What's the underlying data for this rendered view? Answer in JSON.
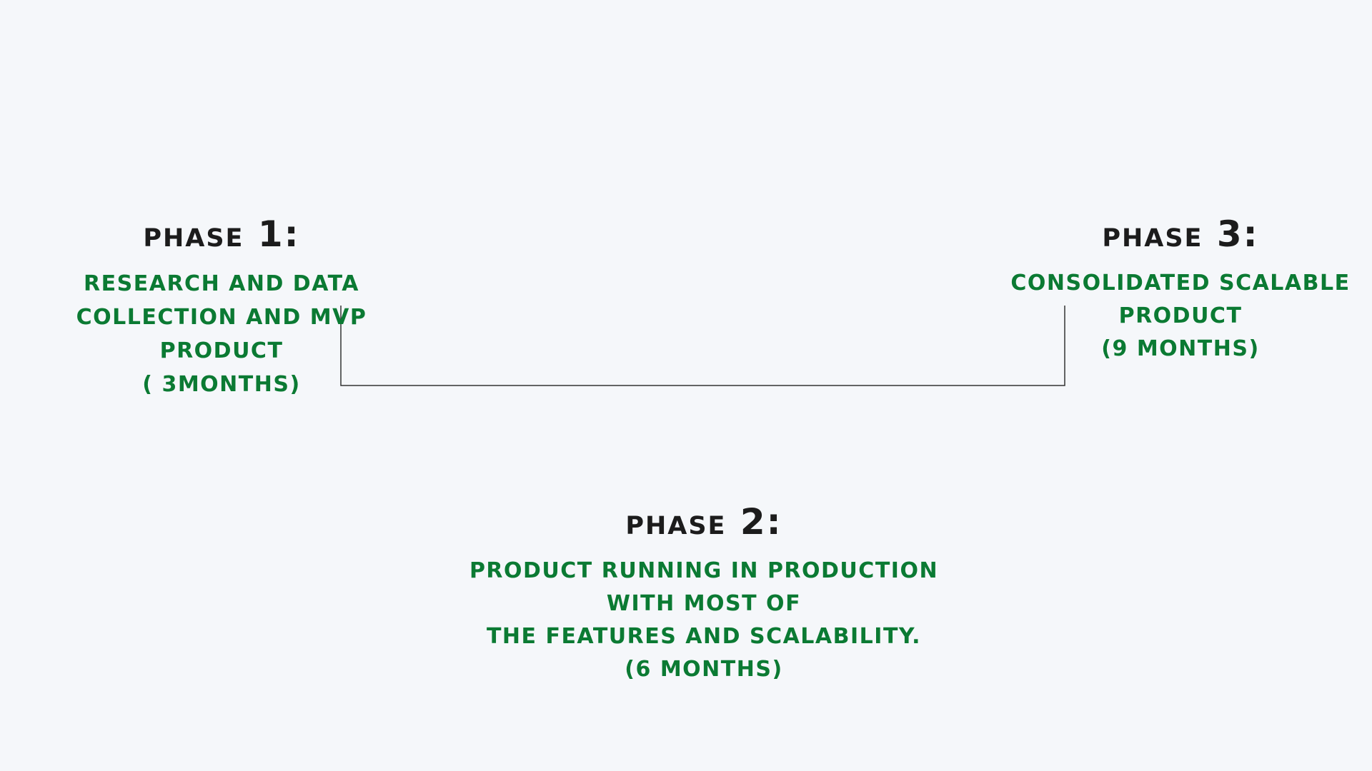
{
  "diagram": {
    "phase1": {
      "title_word": "PHASE",
      "title_number": "1:",
      "description_lines": [
        "RESEARCH AND DATA COLLECTION AND MVP",
        "PRODUCT"
      ],
      "duration": "( 3MONTHS)"
    },
    "phase2": {
      "title_word": "PHASE",
      "title_number": "2:",
      "description_lines": [
        "PRODUCT RUNNING IN PRODUCTION WITH MOST OF",
        "THE FEATURES AND SCALABILITY."
      ],
      "duration": "(6 MONTHS)"
    },
    "phase3": {
      "title_word": "PHASE",
      "title_number": "3:",
      "description_lines": [
        "CONSOLIDATED SCALABLE PRODUCT"
      ],
      "duration": "(9 MONTHS)"
    },
    "colors": {
      "background": "#f5f7fa",
      "title": "#1c1c1c",
      "description": "#0b7a33",
      "connector": "#333333"
    }
  }
}
